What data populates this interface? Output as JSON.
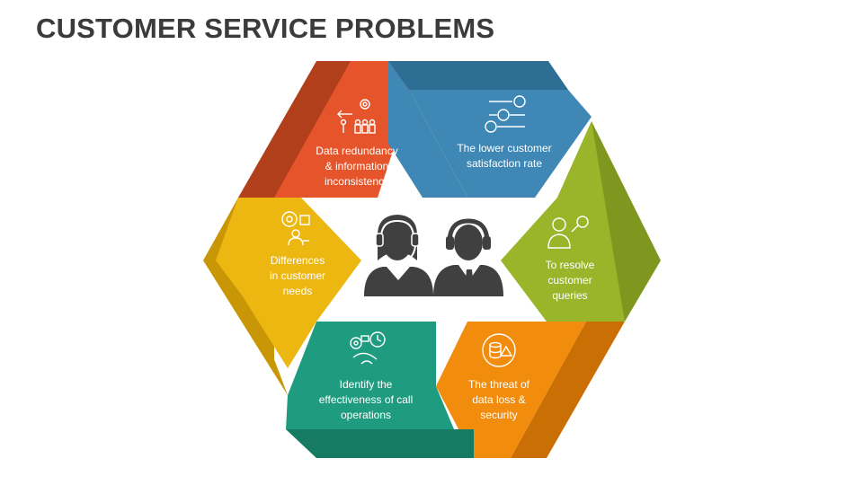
{
  "title": "CUSTOMER SERVICE PROBLEMS",
  "segments": [
    {
      "key": "red",
      "icon": "team-hierarchy-icon",
      "color": "#e5542a",
      "lines": [
        "Data redundancy",
        "& information",
        "inconsistency"
      ]
    },
    {
      "key": "blue",
      "icon": "satisfaction-rating-icon",
      "color": "#3f88b6",
      "lines": [
        "The lower customer",
        "satisfaction rate"
      ]
    },
    {
      "key": "green",
      "icon": "customer-search-icon",
      "color": "#9ab529",
      "lines": [
        "To resolve",
        "customer",
        "queries"
      ]
    },
    {
      "key": "orange",
      "icon": "data-security-icon",
      "color": "#f28c0d",
      "lines": [
        "The threat of",
        "data loss &",
        "security"
      ]
    },
    {
      "key": "teal",
      "icon": "call-operations-icon",
      "color": "#1f9c7f",
      "lines": [
        "Identify the",
        "effectiveness of call",
        "operations"
      ]
    },
    {
      "key": "yellow",
      "icon": "customer-needs-icon",
      "color": "#edb712",
      "lines": [
        "Differences",
        "in customer",
        "needs"
      ]
    }
  ],
  "center_icon": "call-center-agents-icon",
  "icon_color": "#404040"
}
